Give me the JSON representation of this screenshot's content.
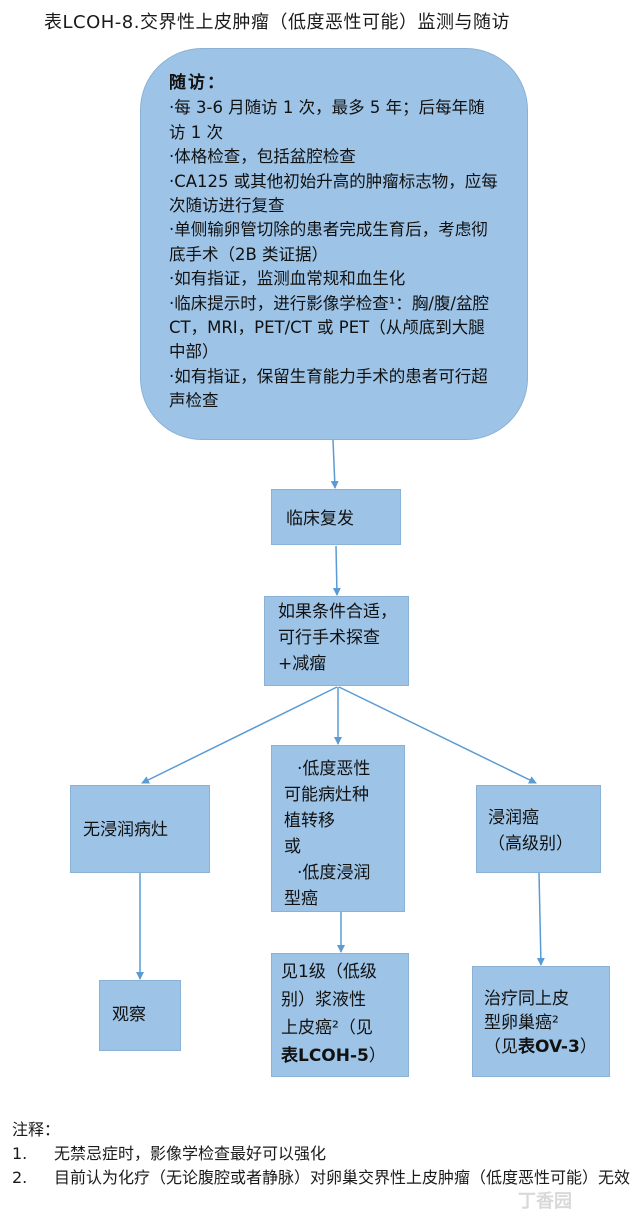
{
  "title": "表LCOH-8.交界性上皮肿瘤（低度恶性可能）监测与随访",
  "followup": {
    "heading": "随访：",
    "items": [
      "·每 3-6 月随访 1 次，最多 5 年；后每年随访 1 次",
      "·体格检查，包括盆腔检查",
      "·CA125 或其他初始升高的肿瘤标志物，应每次随访进行复查",
      "·单侧输卵管切除的患者完成生育后，考虑彻底手术（2B 类证据）",
      "·如有指证，监测血常规和血生化",
      "·临床提示时，进行影像学检查¹：胸/腹/盆腔 CT，MRI，PET/CT 或 PET（从颅底到大腿中部）",
      "·如有指证，保留生育能力手术的患者可行超声检查"
    ]
  },
  "nodes": {
    "clinical_recurrence": "临床复发",
    "surgery": [
      "如果条件合适，",
      "可行手术探查",
      "+减瘤"
    ],
    "no_invasive": "无浸润病灶",
    "low_malignant": [
      "·低度恶性",
      "可能病灶种",
      "植转移",
      "或",
      "·低度浸润",
      "型癌"
    ],
    "invasive": [
      "浸润癌",
      "（高级别）"
    ],
    "observe": "观察",
    "see_lcoh5": {
      "line1": "见1级（低级",
      "line2": "别）浆液性",
      "line3_prefix": "上皮癌²（见",
      "ref": "表LCOH-5",
      "suffix": "）"
    },
    "treat_ov3": {
      "line1": "治疗同上皮",
      "line2": "型卵巢癌²",
      "prefix": "（见",
      "ref": "表OV-3",
      "suffix": "）"
    }
  },
  "notes": {
    "heading": "注释：",
    "items": [
      {
        "num": "1.",
        "text": "无禁忌症时，影像学检查最好可以强化"
      },
      {
        "num": "2.",
        "text": "目前认为化疗（无论腹腔或者静脉）对卵巢交界性上皮肿瘤（低度恶性可能）无效"
      }
    ]
  },
  "watermark": "丁香园",
  "colors": {
    "box_fill": "#9dc3e6",
    "box_border": "#8ab2d6",
    "arrow": "#5b9bd5"
  }
}
